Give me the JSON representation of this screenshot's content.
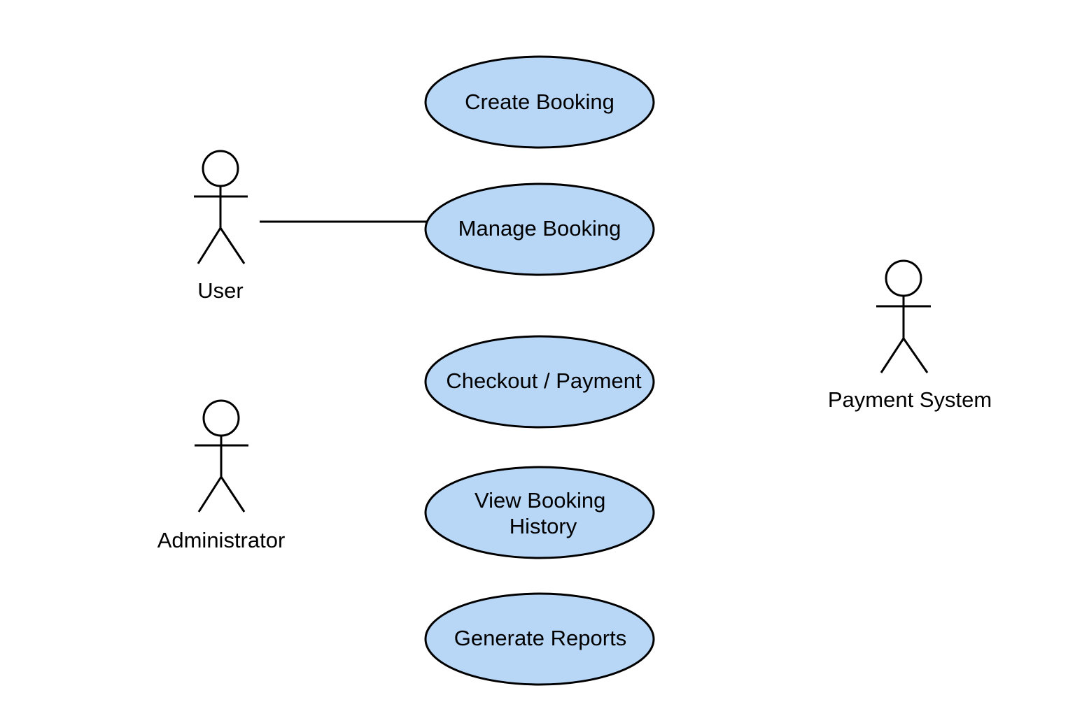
{
  "diagram": {
    "colors": {
      "usecase_fill": "#b8d7f7",
      "stroke": "#000000",
      "background": "#ffffff"
    },
    "actors": {
      "user": {
        "label": "User"
      },
      "administrator": {
        "label": "Administrator"
      },
      "payment_system": {
        "label": "Payment System"
      }
    },
    "use_cases": {
      "create_booking": {
        "lines": [
          "Create Booking"
        ]
      },
      "manage_booking": {
        "lines": [
          "Manage Booking"
        ]
      },
      "checkout_payment": {
        "lines": [
          "Checkout / Payment"
        ]
      },
      "view_booking_history": {
        "lines": [
          "View Booking",
          "History"
        ]
      },
      "generate_reports": {
        "lines": [
          "Generate Reports"
        ]
      }
    },
    "associations": [
      {
        "from": "User",
        "to": "Manage Booking"
      }
    ]
  }
}
